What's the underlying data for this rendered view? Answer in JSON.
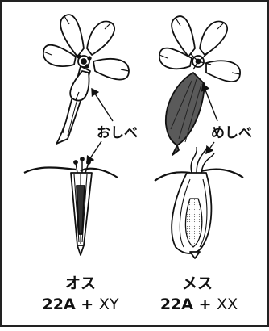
{
  "labels": {
    "stamen": "おしべ",
    "pistil": "めしべ"
  },
  "male": {
    "name": "オス",
    "formula_base": "22A + ",
    "formula_sex": "XY"
  },
  "female": {
    "name": "メス",
    "formula_base": "22A + ",
    "formula_sex": "XX"
  },
  "colors": {
    "line": "#111111",
    "fill_dark": "#555555",
    "background": "#ffffff"
  },
  "icons": [
    "flower-icon",
    "dissected-flower-icon",
    "arrow-icon"
  ]
}
